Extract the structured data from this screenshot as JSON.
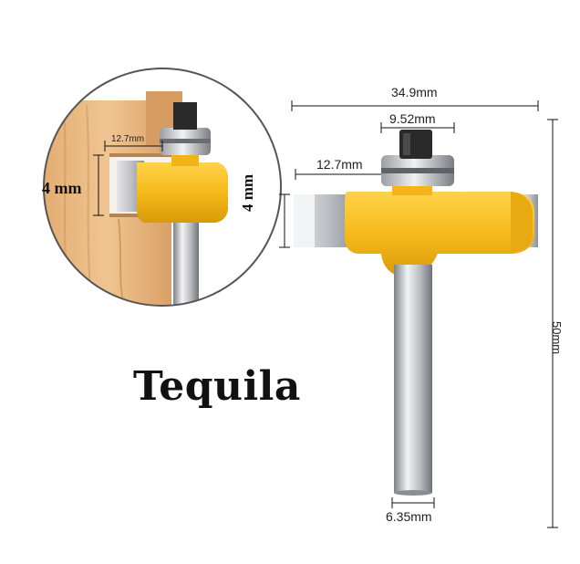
{
  "product": {
    "brand_label": "Tequila"
  },
  "dimensions": {
    "overall_width": "34.9mm",
    "bearing_diameter": "9.52mm",
    "cut_depth": "12.7mm",
    "cut_height": "4 mm",
    "shank_diameter": "6.35mm",
    "overall_length": "50mm"
  },
  "inset": {
    "cut_depth": "12.7mm",
    "cut_height": "4 mm"
  },
  "colors": {
    "body_yellow": "#f6b91a",
    "steel": "#c9ccd0",
    "wood": "#e8b57c",
    "bearing_dark": "#2a2a2a"
  }
}
